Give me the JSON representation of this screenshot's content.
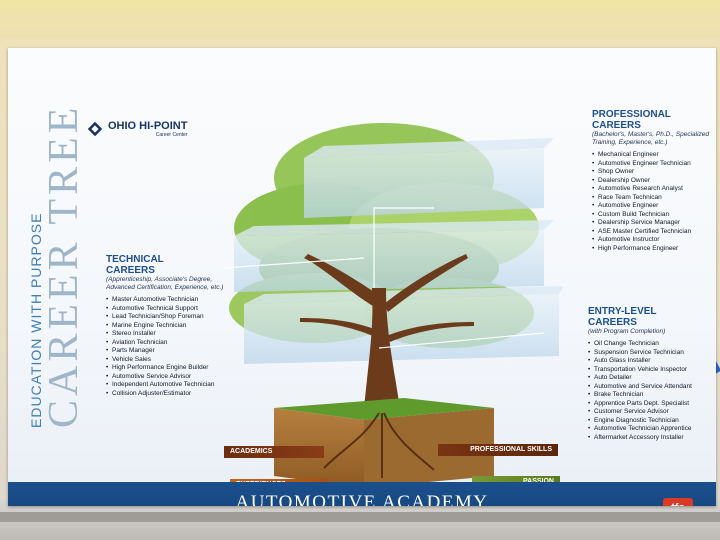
{
  "poster": {
    "subtitle": "EDUCATION WITH PURPOSE",
    "title": "CAREER TREE",
    "logo": {
      "title": "OHIO HI-POINT",
      "subtitle": "Career Center"
    },
    "banner": "AUTOMOTIVE ACADEMY",
    "badge": "tfs",
    "colors": {
      "navy": "#1b4f8c",
      "heading": "#1d4f8f",
      "leaf": "#7fb83b",
      "trunk": "#6b3b1c"
    }
  },
  "technical": {
    "heading_1": "TECHNICAL",
    "heading_2": "CAREERS",
    "subhead": "(Apprenticeship, Associate's Degree, Advanced Certification, Experience, etc.)",
    "items": [
      "Master Automotive Technician",
      "Automotive Technical Support",
      "Lead Technician/Shop Foreman",
      "Marine Engine Technician",
      "Stereo Installer",
      "Aviation Technician",
      "Parts Manager",
      "Vehicle Sales",
      "High Performance Engine Builder",
      "Automotive Service Advisor",
      "Independent Automotive Technician",
      "Collision Adjuster/Estimator"
    ]
  },
  "professional": {
    "heading_1": "PROFESSIONAL",
    "heading_2": "CAREERS",
    "subhead": "(Bachelor's, Master's, Ph.D., Specialized Training, Experience, etc.)",
    "items": [
      "Mechanical Engineer",
      "Automotive Engineer Technician",
      "Shop Owner",
      "Dealership Owner",
      "Automotive Research Analyst",
      "Race Team Technican",
      "Automotive Engineer",
      "Custom Build Technician",
      "Dealership Service Manager",
      "ASE Master Certified Technician",
      "Automotive Instructor",
      "High Performance Engineer"
    ]
  },
  "entry": {
    "heading_1": "ENTRY-LEVEL",
    "heading_2": "CAREERS",
    "subhead": "(with Program Completion)",
    "items": [
      "Oil Change Technician",
      "Suspension Service Technician",
      "Auto Glass Installer",
      "Transportation Vehicle Inspector",
      "Auto Detailer",
      "Automotive and Service Attendant",
      "Brake Technician",
      "Apprentice Parts Dept. Specialist",
      "Customer Service Advisor",
      "Engine Diagnostic Technician",
      "Automotive Technician Apprentice",
      "Aftermarket Accessory Installer"
    ]
  },
  "roots": {
    "academics": "ACADEMICS",
    "professional_skills": "PROFESSIONAL SKILLS",
    "experiences": "EXPERIENCES",
    "passion": "PASSION"
  }
}
